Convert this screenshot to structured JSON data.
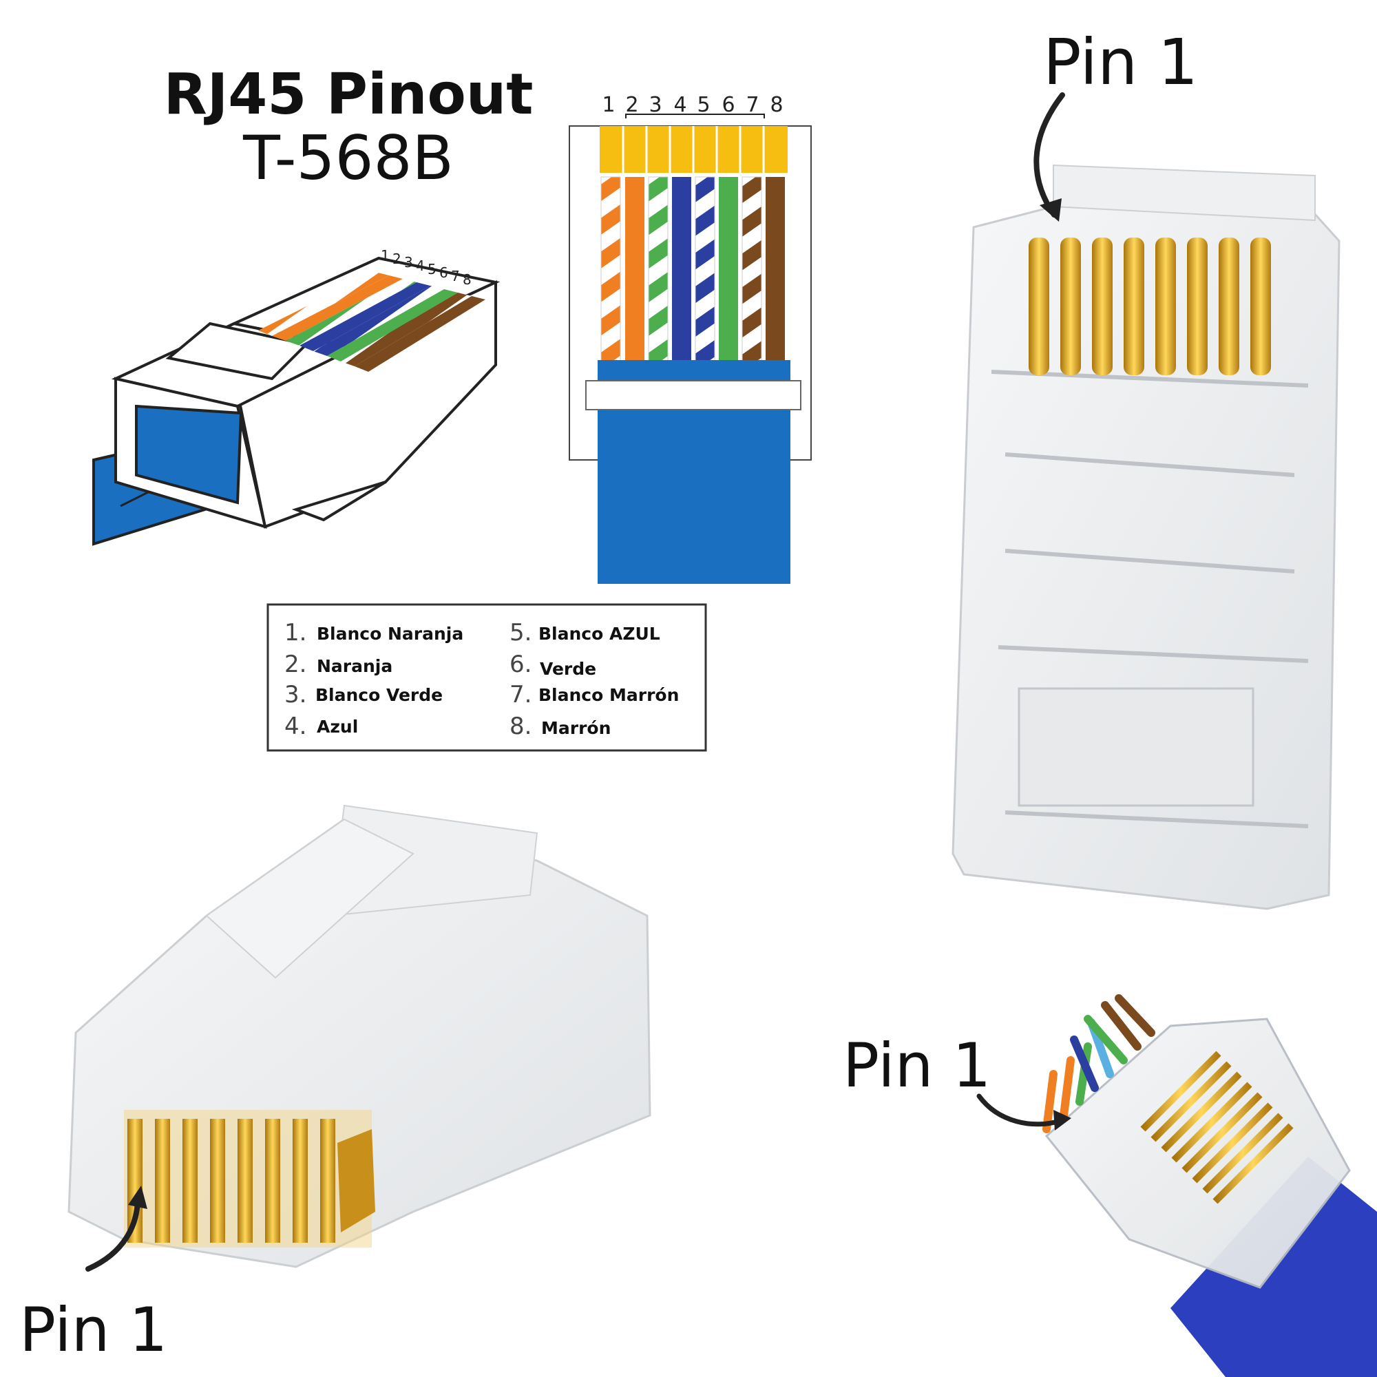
{
  "title": "RJ45 Pinout",
  "standard": "T-568B",
  "pin_numbers": [
    "1",
    "2",
    "3",
    "4",
    "5",
    "6",
    "7",
    "8"
  ],
  "legend": [
    {
      "num": "1.",
      "label": "Blanco Naranja"
    },
    {
      "num": "2.",
      "label": "Naranja"
    },
    {
      "num": "3.",
      "label": "Blanco Verde"
    },
    {
      "num": "4.",
      "label": "Azul"
    },
    {
      "num": "5.",
      "label": "Blanco AZUL"
    },
    {
      "num": "6.",
      "label": "Verde"
    },
    {
      "num": "7.",
      "label": "Blanco Marrón"
    },
    {
      "num": "8.",
      "label": "Marrón"
    }
  ],
  "pin_callouts": {
    "top_right": "Pin 1",
    "bottom_left": "Pin 1",
    "bottom_right": "Pin 1"
  },
  "colors": {
    "orange": "#f07f22",
    "green": "#4cae4c",
    "blue": "#2b3fa0",
    "brown": "#7a4a1e",
    "gold": "#f7be12",
    "cable_blue": "#1a6fc0"
  }
}
